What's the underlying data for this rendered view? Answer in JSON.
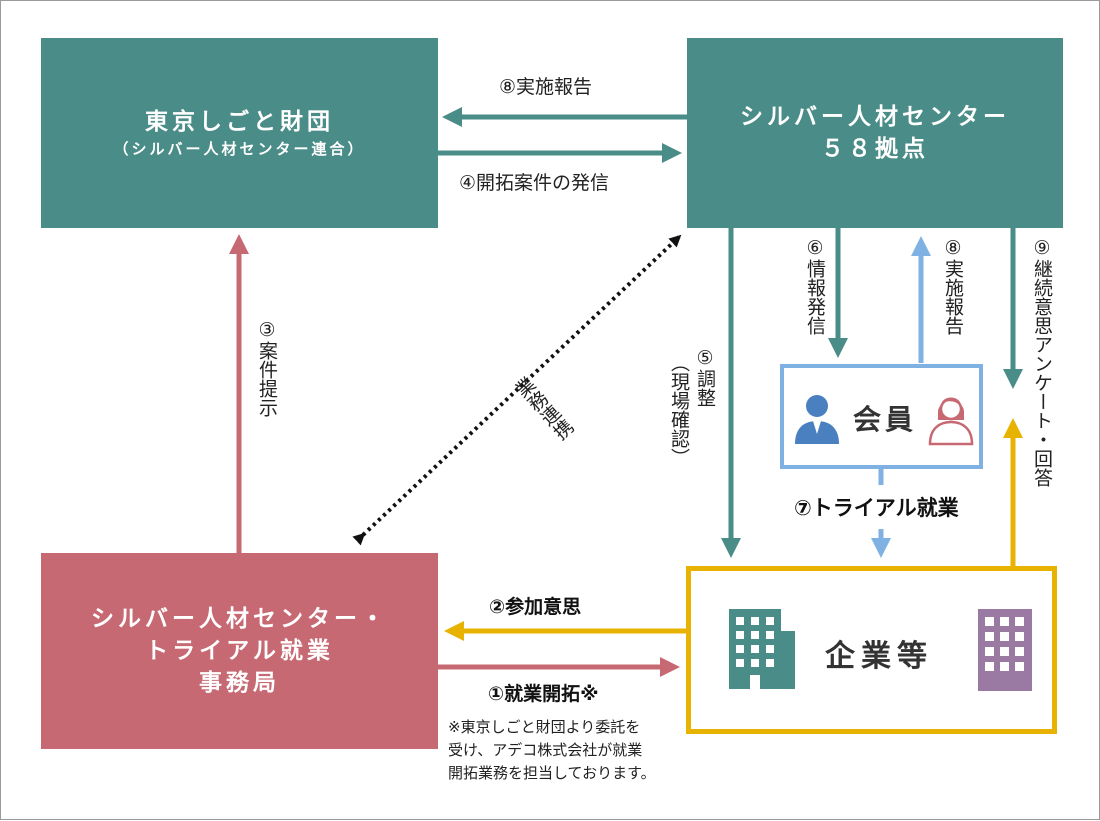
{
  "boxes": {
    "tokyo_foundation": {
      "line1": "東京しごと財団",
      "line2": "（シルバー人材センター連合）"
    },
    "silver_centers": {
      "line1": "シルバー人材センター",
      "line2": "５８拠点"
    },
    "trial_office": {
      "line1": "シルバー人材センター・",
      "line2": "トライアル就業",
      "line3": "事務局"
    },
    "member": {
      "label": "会員"
    },
    "company": {
      "label": "企業等"
    }
  },
  "labels": {
    "report_top": "⑧実施報告",
    "dispatch_cases": "④開拓案件の発信",
    "present_cases": "③案件提示",
    "collaboration": "業務連携",
    "adjust_line1": "⑤調整",
    "adjust_line2": "（現場確認）",
    "info_dispatch": "⑥情報発信",
    "report_member": "⑧実施報告",
    "survey": "⑨継続意思アンケート・回答",
    "trial_work": "⑦トライアル就業",
    "participation": "②参加意思",
    "job_development": "①就業開拓※",
    "note_line1": "※東京しごと財団より委託を",
    "note_line2": "受け、アデコ株式会社が就業",
    "note_line3": "開拓業務を担当しております。"
  },
  "colors": {
    "teal": "#4a8c87",
    "rose": "#c76973",
    "light_blue": "#7fb2e2",
    "gold": "#e8b200",
    "building_teal": "#4a8c87",
    "building_purple": "#9a7aa2",
    "person_blue": "#4a7fc0",
    "person_rose": "#c76973"
  },
  "icons": [
    "man-person-icon",
    "woman-person-icon",
    "office-building-icon",
    "office-building-icon"
  ]
}
